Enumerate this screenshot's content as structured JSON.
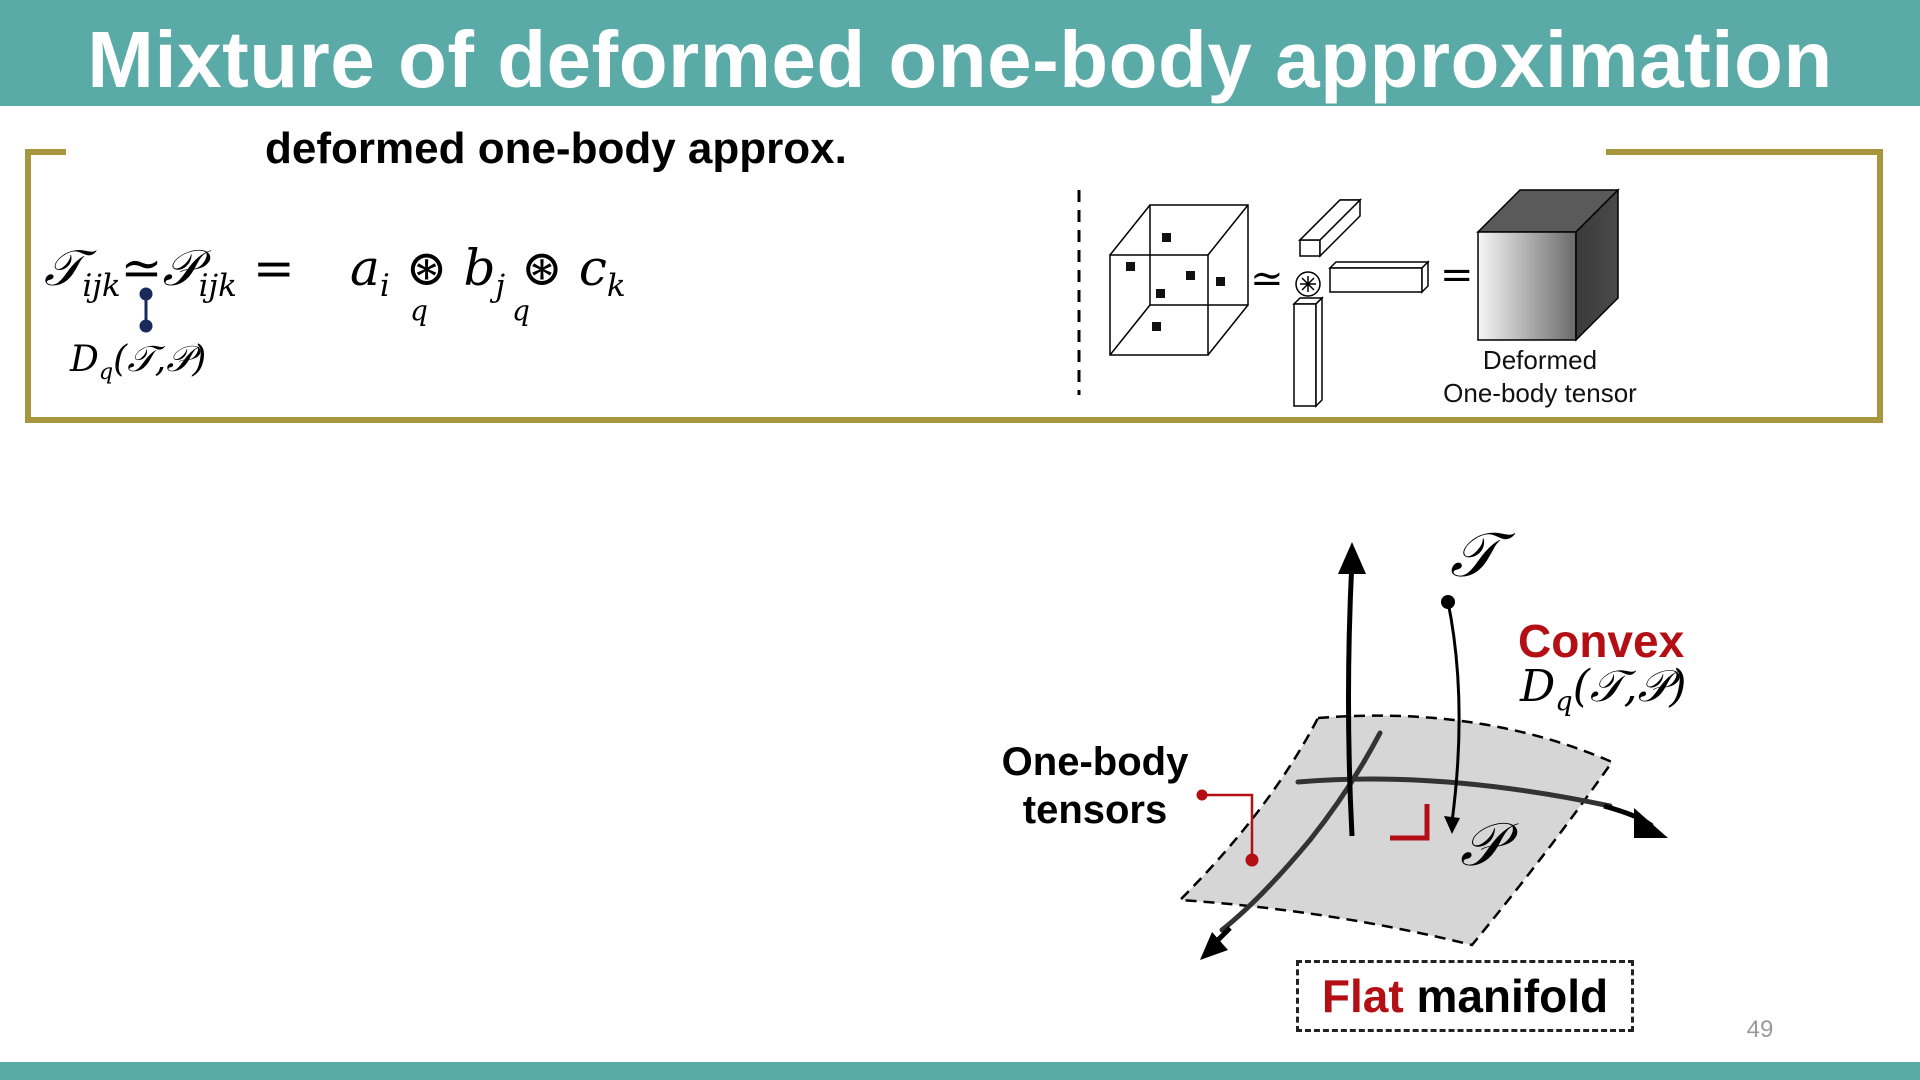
{
  "slide": {
    "title": "Mixture of deformed one-body approximation",
    "page_number": "49"
  },
  "top_section": {
    "heading": "deformed one-body approx.",
    "equation": {
      "lhs": "𝒯",
      "lhs_sub": "ijk",
      "approx": "≃",
      "mid": "𝒫",
      "mid_sub": "ijk",
      "equals": "=",
      "a": "a",
      "a_sub": "i",
      "op": "⊛",
      "op_sub": "q",
      "b": "b",
      "b_sub": "j",
      "c": "c",
      "c_sub": "k",
      "divergence": "D",
      "divergence_sub": "q",
      "divergence_args": "(𝒯,𝒫)"
    },
    "diagram": {
      "approx_symbol": "≃",
      "op_symbol": "⊛",
      "equals_symbol": "=",
      "label_line1": "Deformed",
      "label_line2": "One-body tensor"
    }
  },
  "manifold_figure": {
    "tensor_label": "𝒯",
    "projection_label": "𝒫",
    "convex_label": "Convex",
    "divergence_label": "D",
    "divergence_sub": "q",
    "divergence_args": "(𝒯,𝒫)",
    "onebody_line1": "One-body",
    "onebody_line2": "tensors",
    "flat_word": "Flat",
    "manifold_word": "manifold"
  },
  "colors": {
    "teal_bar": "#5aaaa7",
    "gold_frame": "#a8963f",
    "accent_red": "#b30f15",
    "marker_navy": "#1a2a5c"
  }
}
